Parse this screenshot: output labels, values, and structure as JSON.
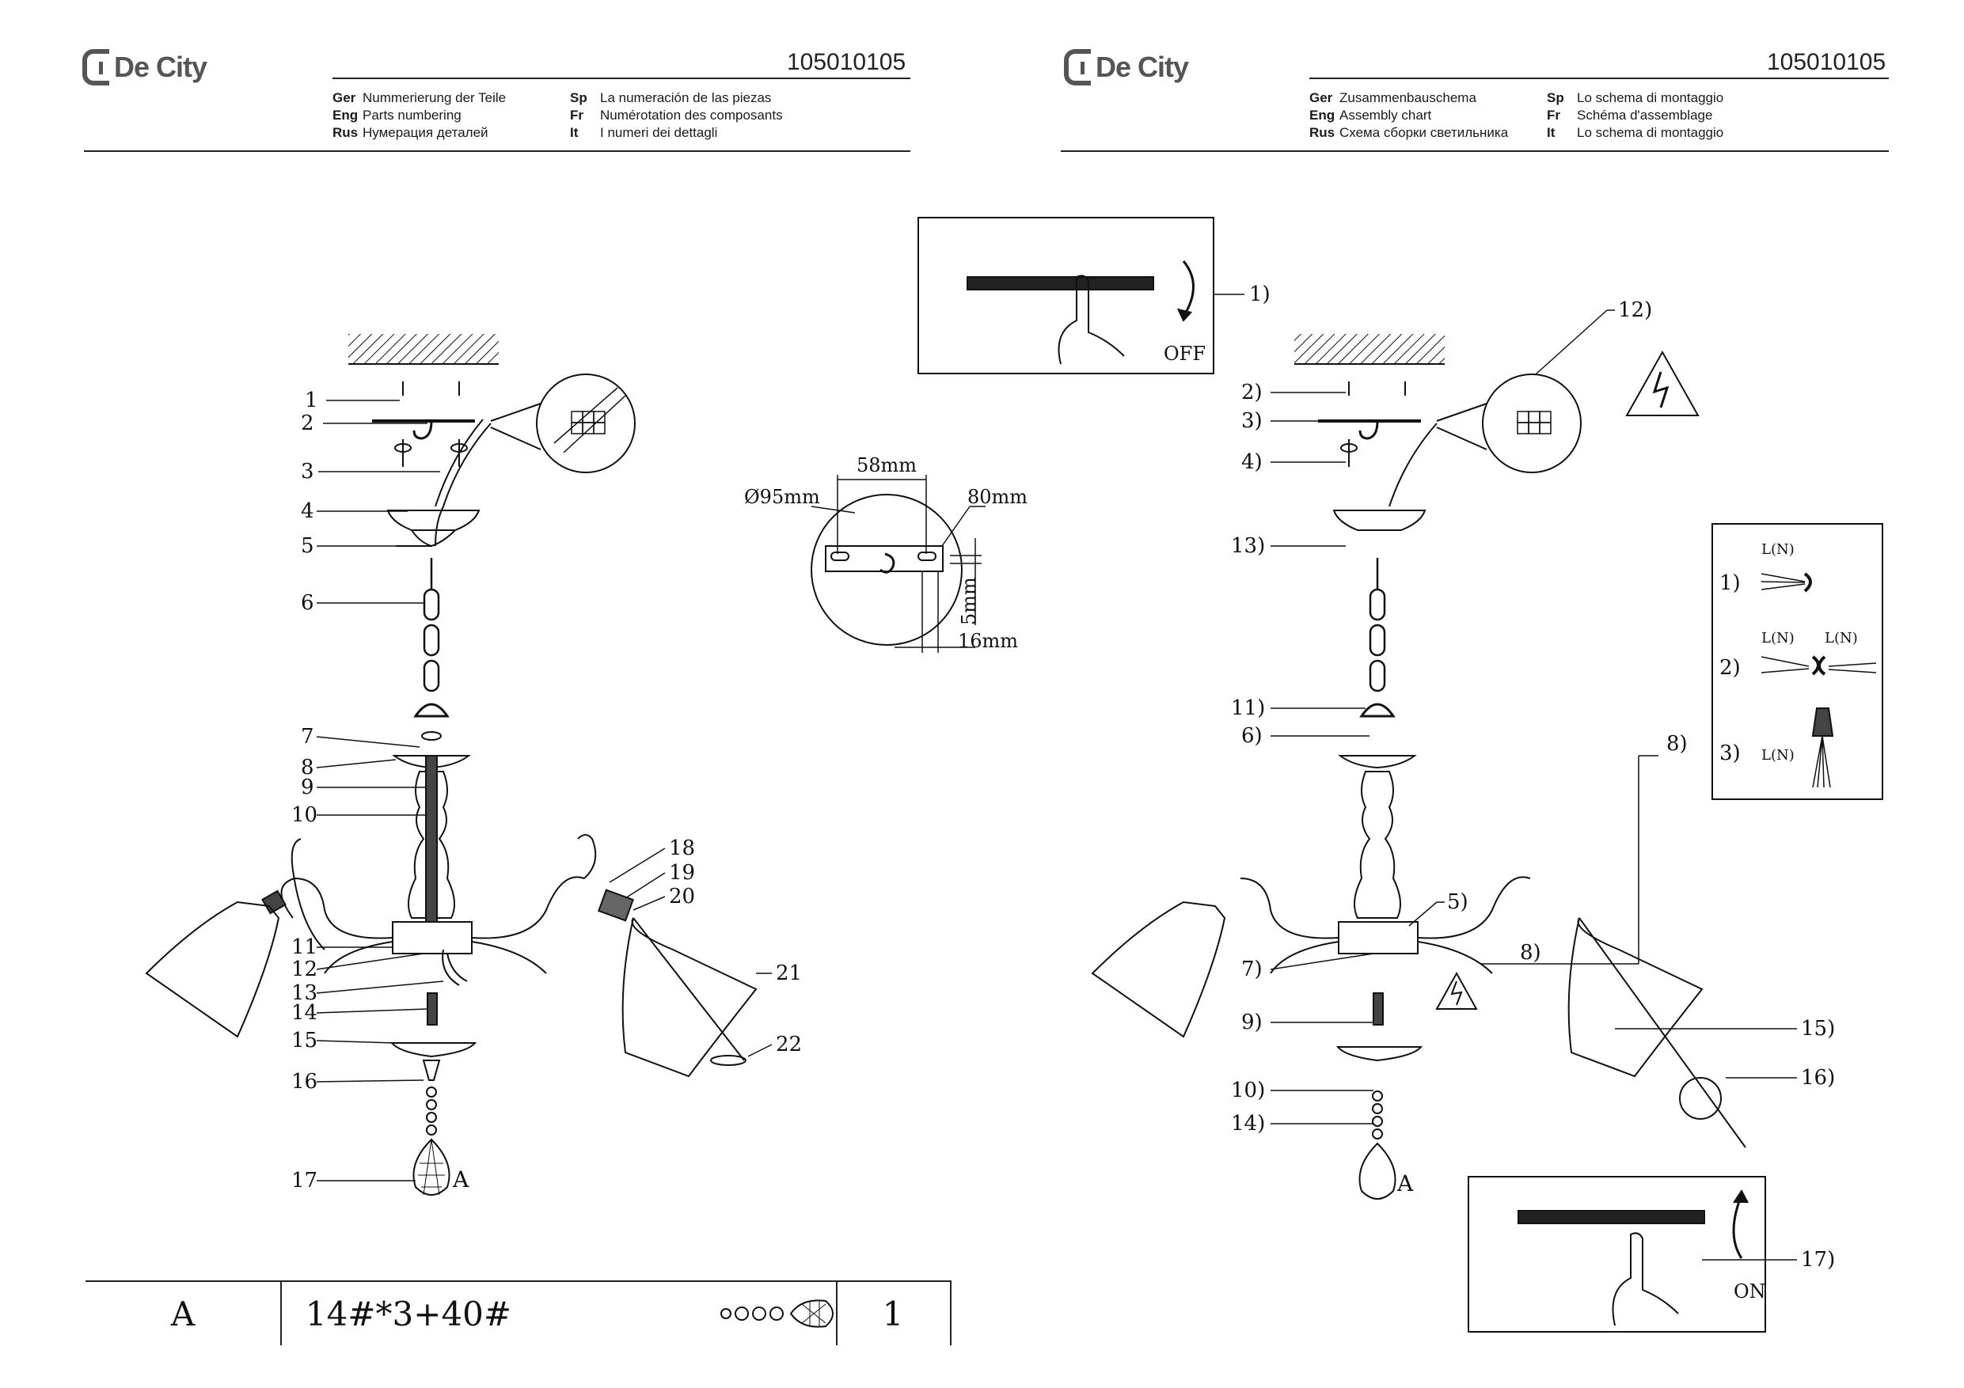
{
  "brand": {
    "name": "De City"
  },
  "left_page": {
    "code": "105010105",
    "header": [
      {
        "lang1": "Ger",
        "text1": "Nummerierung der Teile",
        "lang2": "Sp",
        "text2": "La numeración de las piezas"
      },
      {
        "lang1": "Eng",
        "text1": "Parts numbering",
        "lang2": "Fr",
        "text2": "Numérotation des composants"
      },
      {
        "lang1": "Rus",
        "text1": "Нумерация деталей",
        "lang2": "It",
        "text2": "I numeri dei dettagli"
      }
    ],
    "part_labels": [
      "1",
      "2",
      "3",
      "4",
      "5",
      "6",
      "7",
      "8",
      "9",
      "10",
      "11",
      "12",
      "13",
      "14",
      "15",
      "16",
      "17",
      "18",
      "19",
      "20",
      "21",
      "22"
    ],
    "pendant_letter": "A",
    "dimensions": {
      "diameter": "Ø95mm",
      "width": "58mm",
      "outer": "80mm",
      "height": "5mm",
      "depth": "16mm"
    },
    "table": {
      "letter": "A",
      "spec": "14#*3+40#",
      "qty": "1"
    }
  },
  "right_page": {
    "code": "105010105",
    "header": [
      {
        "lang1": "Ger",
        "text1": "Zusammenbauschema",
        "lang2": "Sp",
        "text2": "Lo schema di montaggio"
      },
      {
        "lang1": "Eng",
        "text1": "Assembly chart",
        "lang2": "Fr",
        "text2": "Schéma d'assemblage"
      },
      {
        "lang1": "Rus",
        "text1": "Схема сборки светильника",
        "lang2": "It",
        "text2": "Lo schema di montaggio"
      }
    ],
    "step_labels": {
      "s1": "1)",
      "s2": "2)",
      "s3": "3)",
      "s4": "4)",
      "s5": "5)",
      "s6": "6)",
      "s7": "7)",
      "s8": "8)",
      "s8b": "8)",
      "s9": "9)",
      "s10": "10)",
      "s11": "11)",
      "s12": "12)",
      "s13": "13)",
      "s14": "14)",
      "s15": "15)",
      "s16": "16)",
      "s17": "17)"
    },
    "switch_off": "OFF",
    "switch_on": "ON",
    "pendant_letter": "A",
    "wiring": {
      "w1": "1)",
      "w2": "2)",
      "w3": "3)",
      "ln": "L(N)"
    }
  }
}
